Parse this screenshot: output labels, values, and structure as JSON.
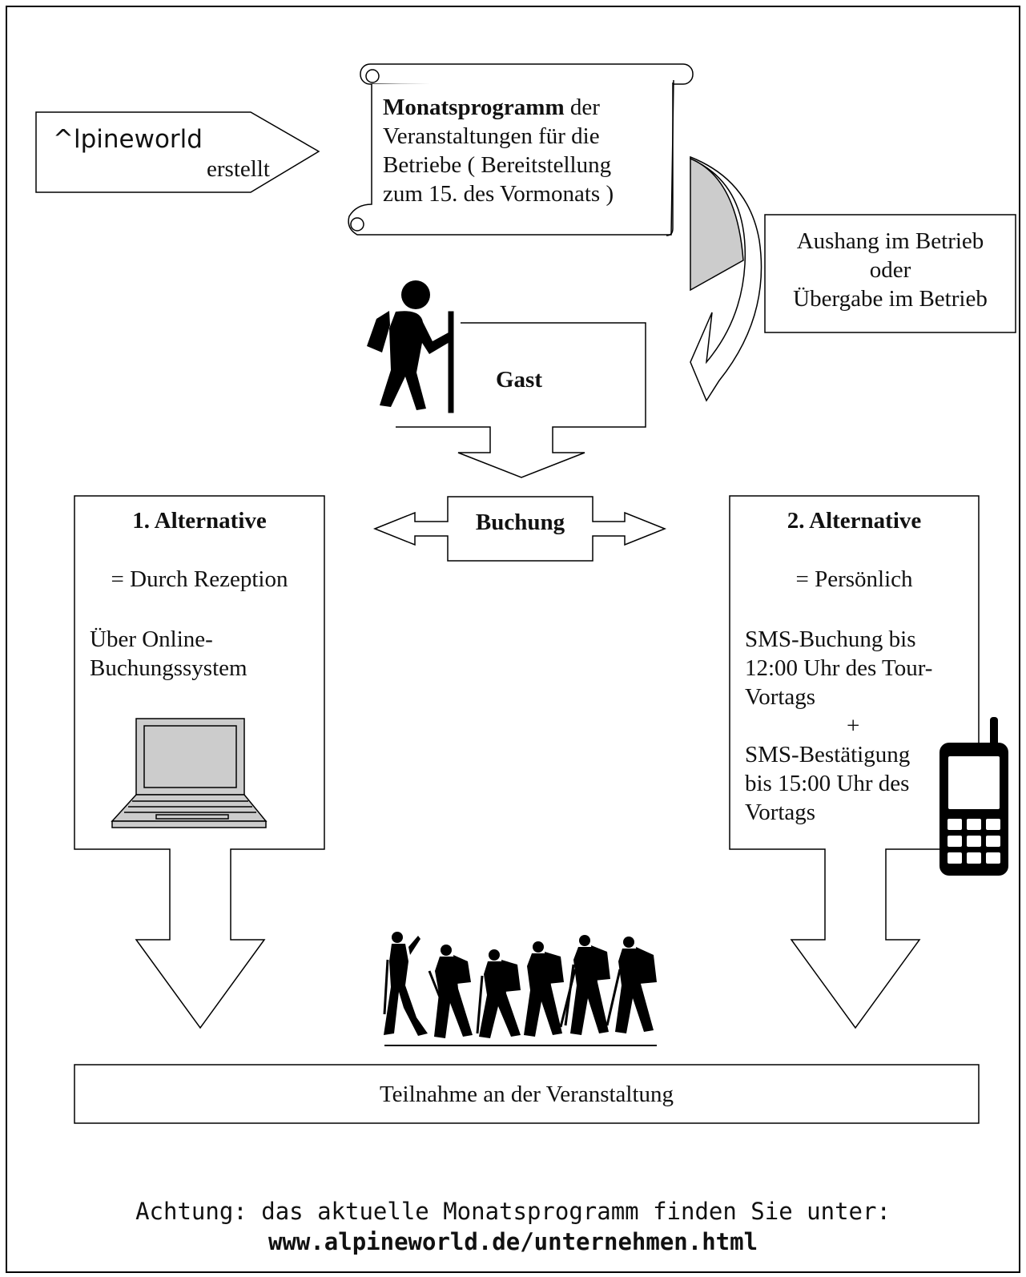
{
  "brand": {
    "name": "^lpineworld",
    "action": "erstellt"
  },
  "program": {
    "title_bold": "Monatsprogramm",
    "title_rest": " der",
    "line2": "Veranstaltungen für die",
    "line3": "Betriebe ( Bereitstellung",
    "line4": "zum 15. des Vormonats )"
  },
  "distribution": {
    "line1": "Aushang im Betrieb",
    "line2": "oder",
    "line3": "Übergabe im Betrieb"
  },
  "guest": "Gast",
  "booking": "Buchung",
  "alt1": {
    "title": "1. Alternative",
    "subtitle": "= Durch Rezeption",
    "line1": "Über Online-",
    "line2": "Buchungssystem"
  },
  "alt2": {
    "title": "2. Alternative",
    "subtitle": "= Persönlich",
    "line1": "SMS-Buchung bis",
    "line2": "12:00 Uhr des Tour-",
    "line3": "Vortags",
    "plus": "+",
    "line4": "SMS-Bestätigung",
    "line5": "bis 15:00 Uhr des",
    "line6": "Vortags"
  },
  "participation": "Teilnahme an der Veranstaltung",
  "footer": {
    "line1": "Achtung: das aktuelle Monatsprogramm finden Sie unter:",
    "url": "www.alpineworld.de/unternehmen.html"
  },
  "icons": {
    "hiker": "hiker-icon",
    "laptop": "laptop-icon",
    "phone": "mobile-phone-icon",
    "group": "hiking-group-icon"
  },
  "colors": {
    "line": "#000000",
    "fill_gray": "#cccccc"
  }
}
